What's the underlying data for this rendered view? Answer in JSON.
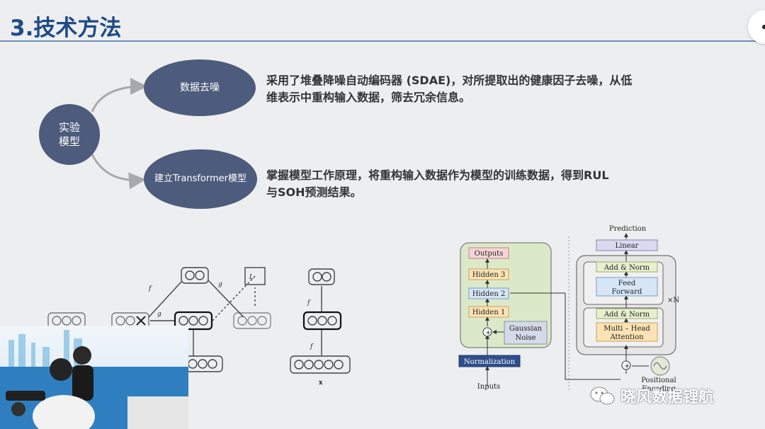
{
  "slide": {
    "title": "3.技术方法"
  },
  "mindmap": {
    "center": [
      "实验",
      "模型"
    ],
    "branches": [
      {
        "label": "数据去噪",
        "desc": [
          "采用了堆叠降噪自动编码器 (SDAE)，对所提取出的健康因子去噪，从低",
          "维表示中重构输入数据，筛去冗余信息。"
        ]
      },
      {
        "label": "建立Transformer模型",
        "desc": [
          "掌握模型工作原理，将重构输入数据作为模型的训练数据，得到RUL",
          "与SOH预测结果。"
        ]
      }
    ]
  },
  "sdae_figure": {
    "labels": {
      "l1": "f",
      "l2": "g",
      "lh": "L",
      "gd": "g",
      "fx": "f",
      "xcap": "x"
    }
  },
  "transformer_figure": {
    "outputs": "Outputs",
    "hidden3": "Hidden 3",
    "hidden2": "Hidden 2",
    "hidden1": "Hidden 1",
    "gaussian": [
      "Gaussian",
      "Noise"
    ],
    "normalization": "Normalization",
    "inputs": "Inputs",
    "prediction": "Prediction",
    "linear": "Linear",
    "addnorm": "Add & Norm",
    "ff": [
      "Feed",
      "Forward"
    ],
    "mha": [
      "Multi – Head",
      "Attention"
    ],
    "xn": "×N",
    "positional": [
      "Positional",
      "Encoding"
    ]
  },
  "watermark": {
    "text": "晓风数据锂航",
    "icon": "wechat-icon"
  },
  "colors": {
    "title": "#1f4a86",
    "node": "#4d5b7c",
    "green_panel": "#dce9c9",
    "outputs_box": "#f6d4d8",
    "hidden_box": "#fbe3b4",
    "blue_box": "#d6e6f7",
    "norm_box": "#2e4f8a",
    "gaussian_box": "#d5dae8"
  }
}
